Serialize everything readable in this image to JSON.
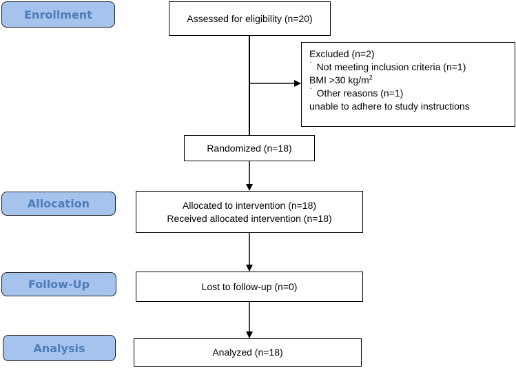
{
  "stages": {
    "enrollment": "Enrollment",
    "allocation": "Allocation",
    "follow_up": "Follow-Up",
    "analysis": "Analysis"
  },
  "boxes": {
    "assessed": "Assessed for eligibility (n=20)",
    "excluded": {
      "title": "Excluded  (n=2)",
      "bullet_glyph": "¨",
      "reason1": "Not meeting inclusion criteria (n=1)",
      "reason1_detail_prefix": "BMI >30 kg/m",
      "reason1_detail_superscript": "2",
      "reason2": "Other reasons (n=1)",
      "reason2_detail": "unable to adhere to study instructions"
    },
    "randomized": "Randomized (n=18)",
    "allocated": "Allocated to intervention (n=18)",
    "received": "Received allocated intervention (n=18)",
    "lost_to_follow_up": "Lost to follow-up (n=0)",
    "analyzed": "Analyzed  (n=18)"
  },
  "colors": {
    "stage_fill": "#a6c3ee",
    "stage_text": "#4d7cb8",
    "line": "#000000"
  }
}
